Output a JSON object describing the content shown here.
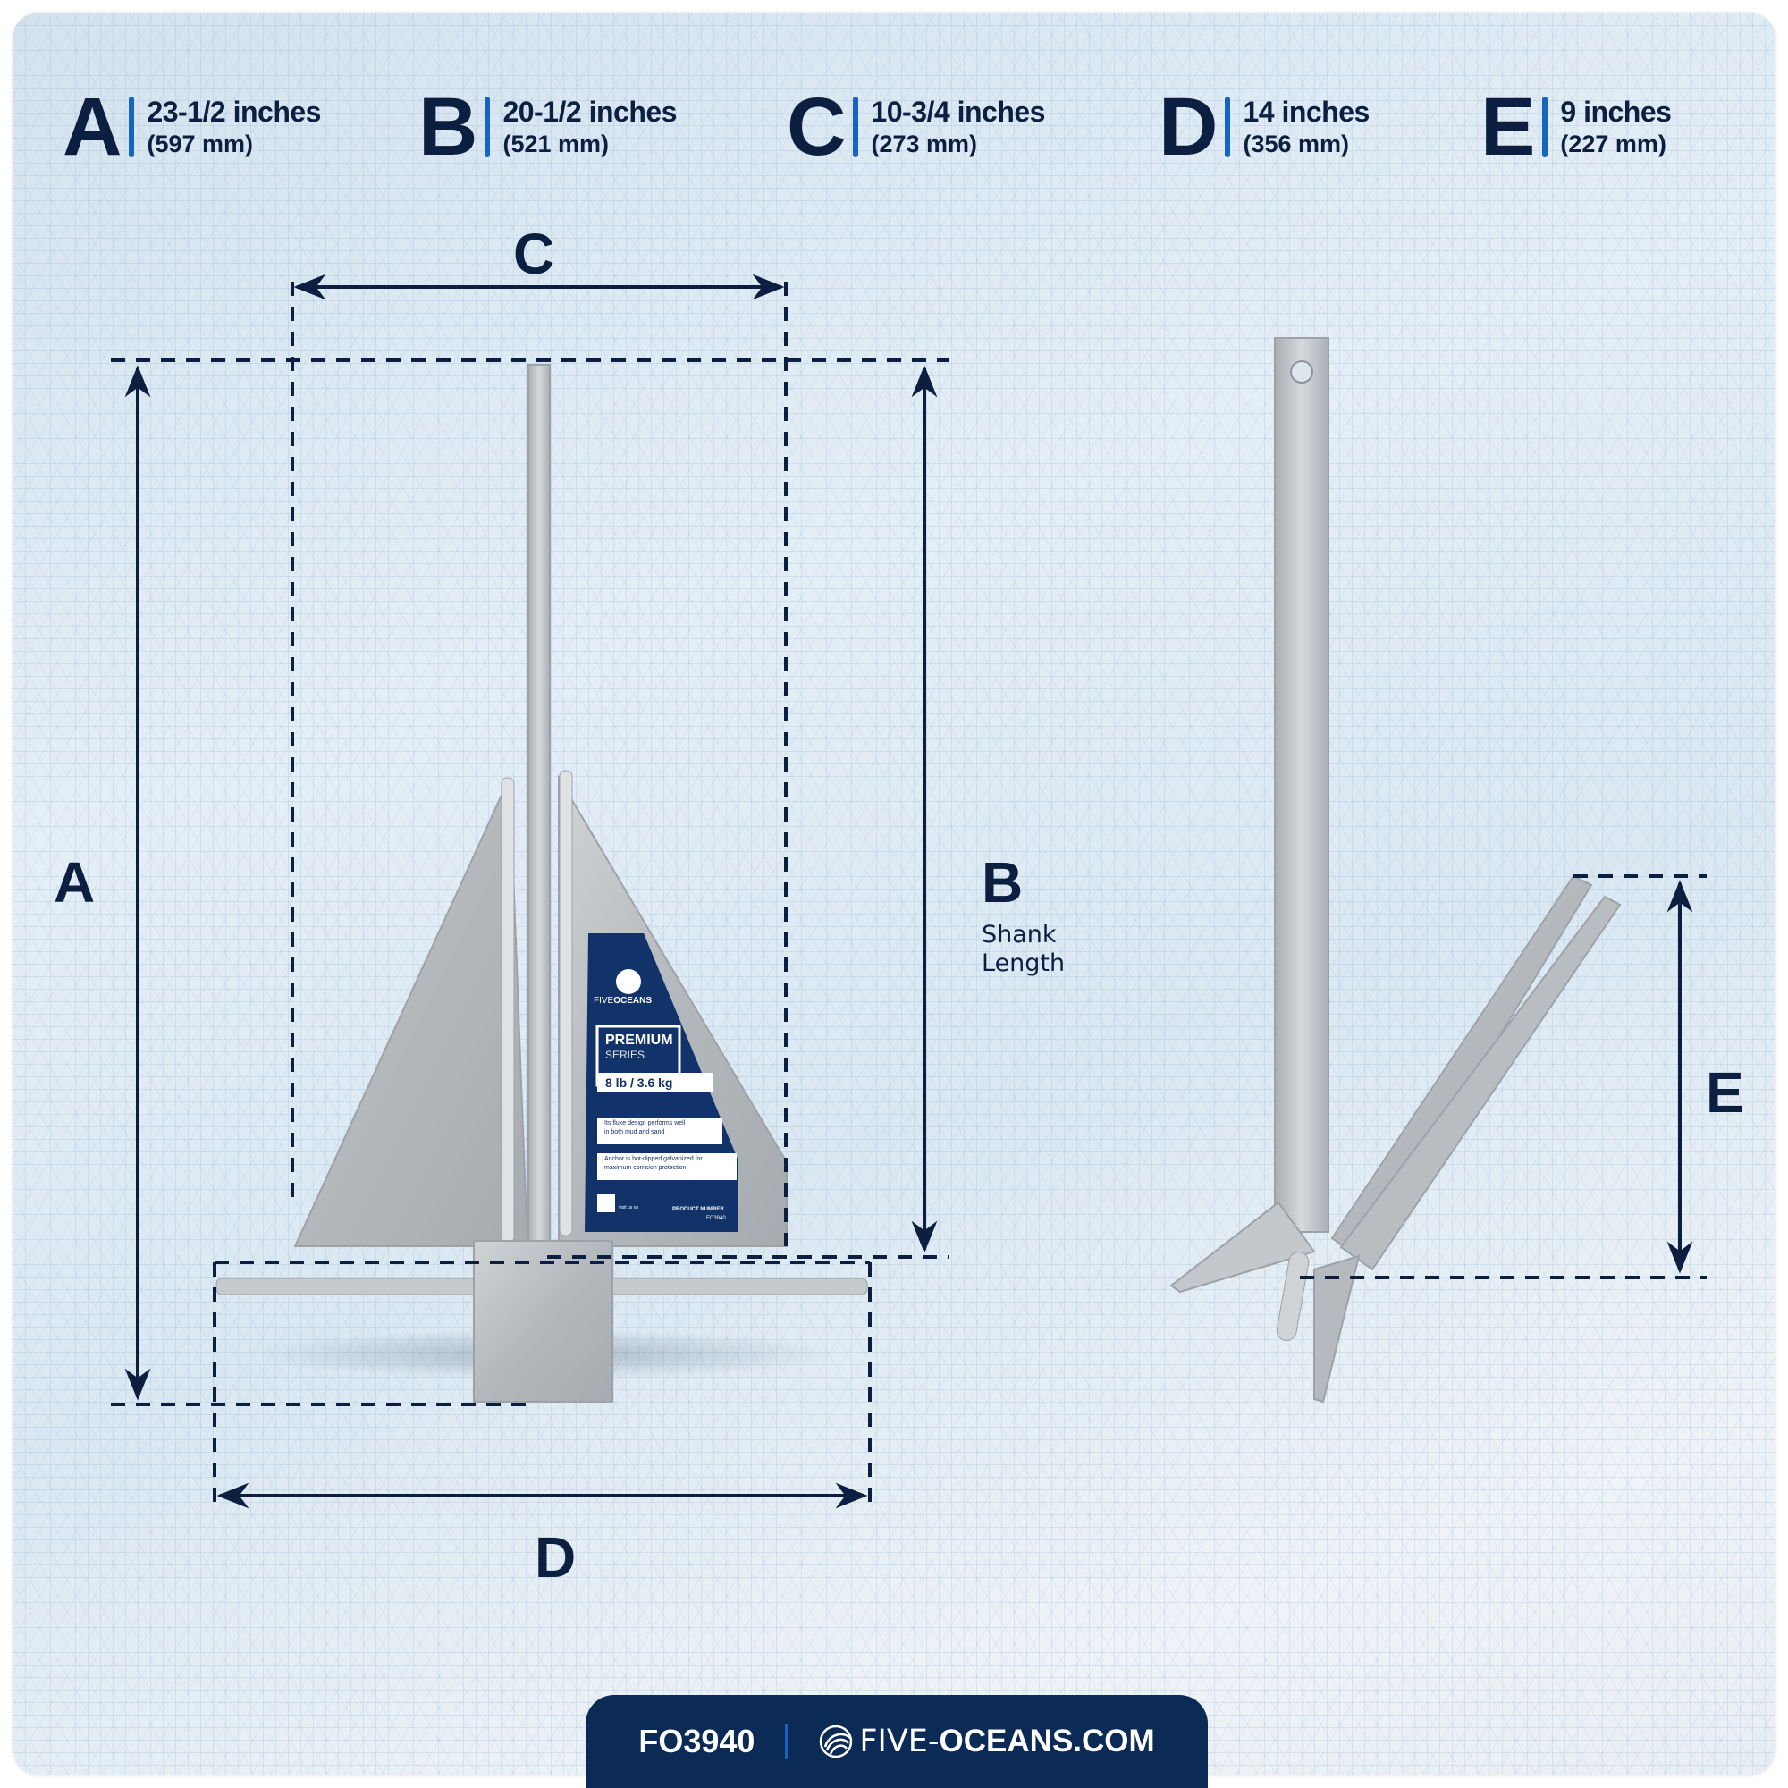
{
  "specs": [
    {
      "letter": "A",
      "inches": "23-1/2 inches",
      "mm": "(597 mm)"
    },
    {
      "letter": "B",
      "inches": "20-1/2 inches",
      "mm": "(521 mm)"
    },
    {
      "letter": "C",
      "inches": "10-3/4 inches",
      "mm": "(273 mm)"
    },
    {
      "letter": "D",
      "inches": "14 inches",
      "mm": "(356 mm)"
    },
    {
      "letter": "E",
      "inches": "9 inches",
      "mm": "(227 mm)"
    }
  ],
  "diagram": {
    "label_a": "A",
    "label_b": "B",
    "label_b_sub1": "Shank",
    "label_b_sub2": "Length",
    "label_c": "C",
    "label_d": "D",
    "label_e": "E"
  },
  "product_label": {
    "brand_light": "FIVE",
    "brand_bold": "OCEANS",
    "series_title": "PREMIUM",
    "series_sub": "SERIES",
    "weight": "8 lb / 3.6 kg",
    "feature1_line1": "Its fluke design performs well",
    "feature1_line2": "in both mud and sand",
    "feature2_line1": "Anchor is hot-dipped galvanized for",
    "feature2_line2": "maximum corrision protection.",
    "visit": "visit us on",
    "product_number_label": "PRODUCT NUMBER",
    "product_number": "FO3940"
  },
  "footer": {
    "part_number": "FO3940",
    "site_light": "FIVE-",
    "site_bold": "OCEANS.COM"
  },
  "colors": {
    "navy": "#0d1f40",
    "accent_blue": "#1565c0",
    "footer_bg": "#0b2a55",
    "steel": "#b9bec3"
  }
}
